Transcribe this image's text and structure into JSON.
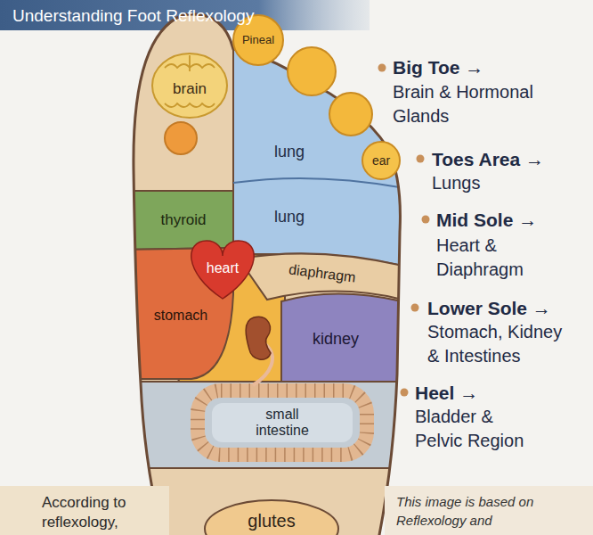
{
  "diagram": {
    "title": "Understanding Foot Reflexology",
    "nodes": [
      {
        "text": [
          "brain"
        ]
      },
      {
        "text": [
          "Pineal"
        ]
      },
      {
        "text": [
          "lung"
        ]
      },
      {
        "text": [
          "ear"
        ]
      },
      {
        "text": [
          "lung"
        ]
      },
      {
        "text": [
          "thyroid"
        ]
      },
      {
        "text": [
          "heart"
        ]
      },
      {
        "text": [
          "diaphragm"
        ]
      },
      {
        "text": [
          "stomach"
        ]
      },
      {
        "text": [
          "kidney"
        ]
      },
      {
        "text": [
          "small intestine"
        ]
      },
      {
        "text": [
          "glutes"
        ]
      },
      {
        "text": [
          "According to reflexology,"
        ]
      },
      {
        "text": [
          "This image is based on Reflexology and"
        ]
      }
    ],
    "labels": [
      "Big Toe →",
      "Brain & Hormonal Glands",
      "Toes Area →",
      "Lungs",
      "Mid Sole →",
      "Heart & Diaphragm",
      "Lower Sole →",
      "Stomach, Kidney & Intestines",
      "Heel →",
      "Bladder & Pelvic Region"
    ]
  }
}
